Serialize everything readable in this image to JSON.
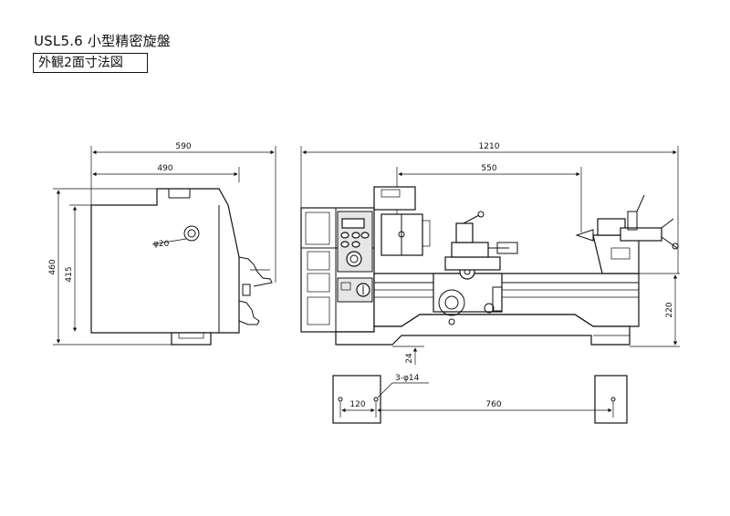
{
  "header": {
    "title": "USL5.6 小型精密旋盤",
    "subtitle": "外観2面寸法図"
  },
  "side_view": {
    "overall_width": "590",
    "body_width": "490",
    "overall_height": "460",
    "body_height": "415",
    "hole_label": "φ20"
  },
  "front_view": {
    "overall_length": "1210",
    "center_distance": "550",
    "center_height": "220",
    "foot_height": "24"
  },
  "foot_plan": {
    "hole_spec": "3-φ14",
    "hole_pitch_small": "120",
    "hole_pitch_large": "760"
  }
}
